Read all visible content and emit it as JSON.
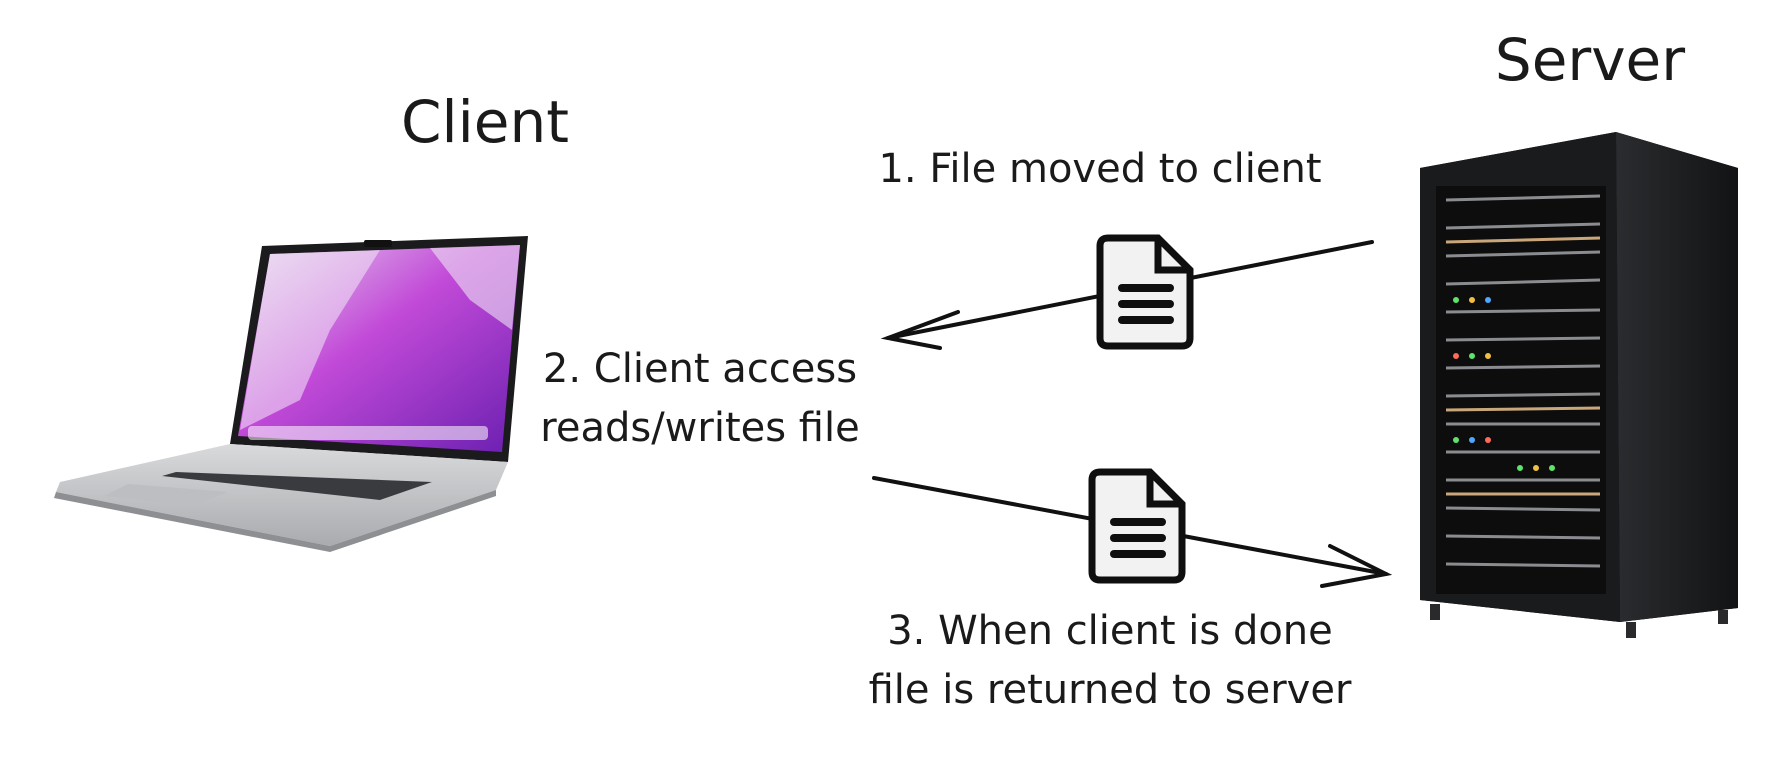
{
  "client": {
    "title": "Client"
  },
  "server": {
    "title": "Server"
  },
  "steps": {
    "step1": "1. File moved to client",
    "step2": [
      "2. Client access",
      "reads/writes file"
    ],
    "step3": [
      "3. When client is done",
      "file is returned to server"
    ]
  },
  "icons": {
    "laptop": "laptop-icon",
    "server": "server-rack-icon",
    "file": "document-icon"
  },
  "colors": {
    "ink": "#111111",
    "laptop_screen": "#b23bd3",
    "laptop_body": "#c9cacc",
    "rack": "#1e1f21"
  }
}
